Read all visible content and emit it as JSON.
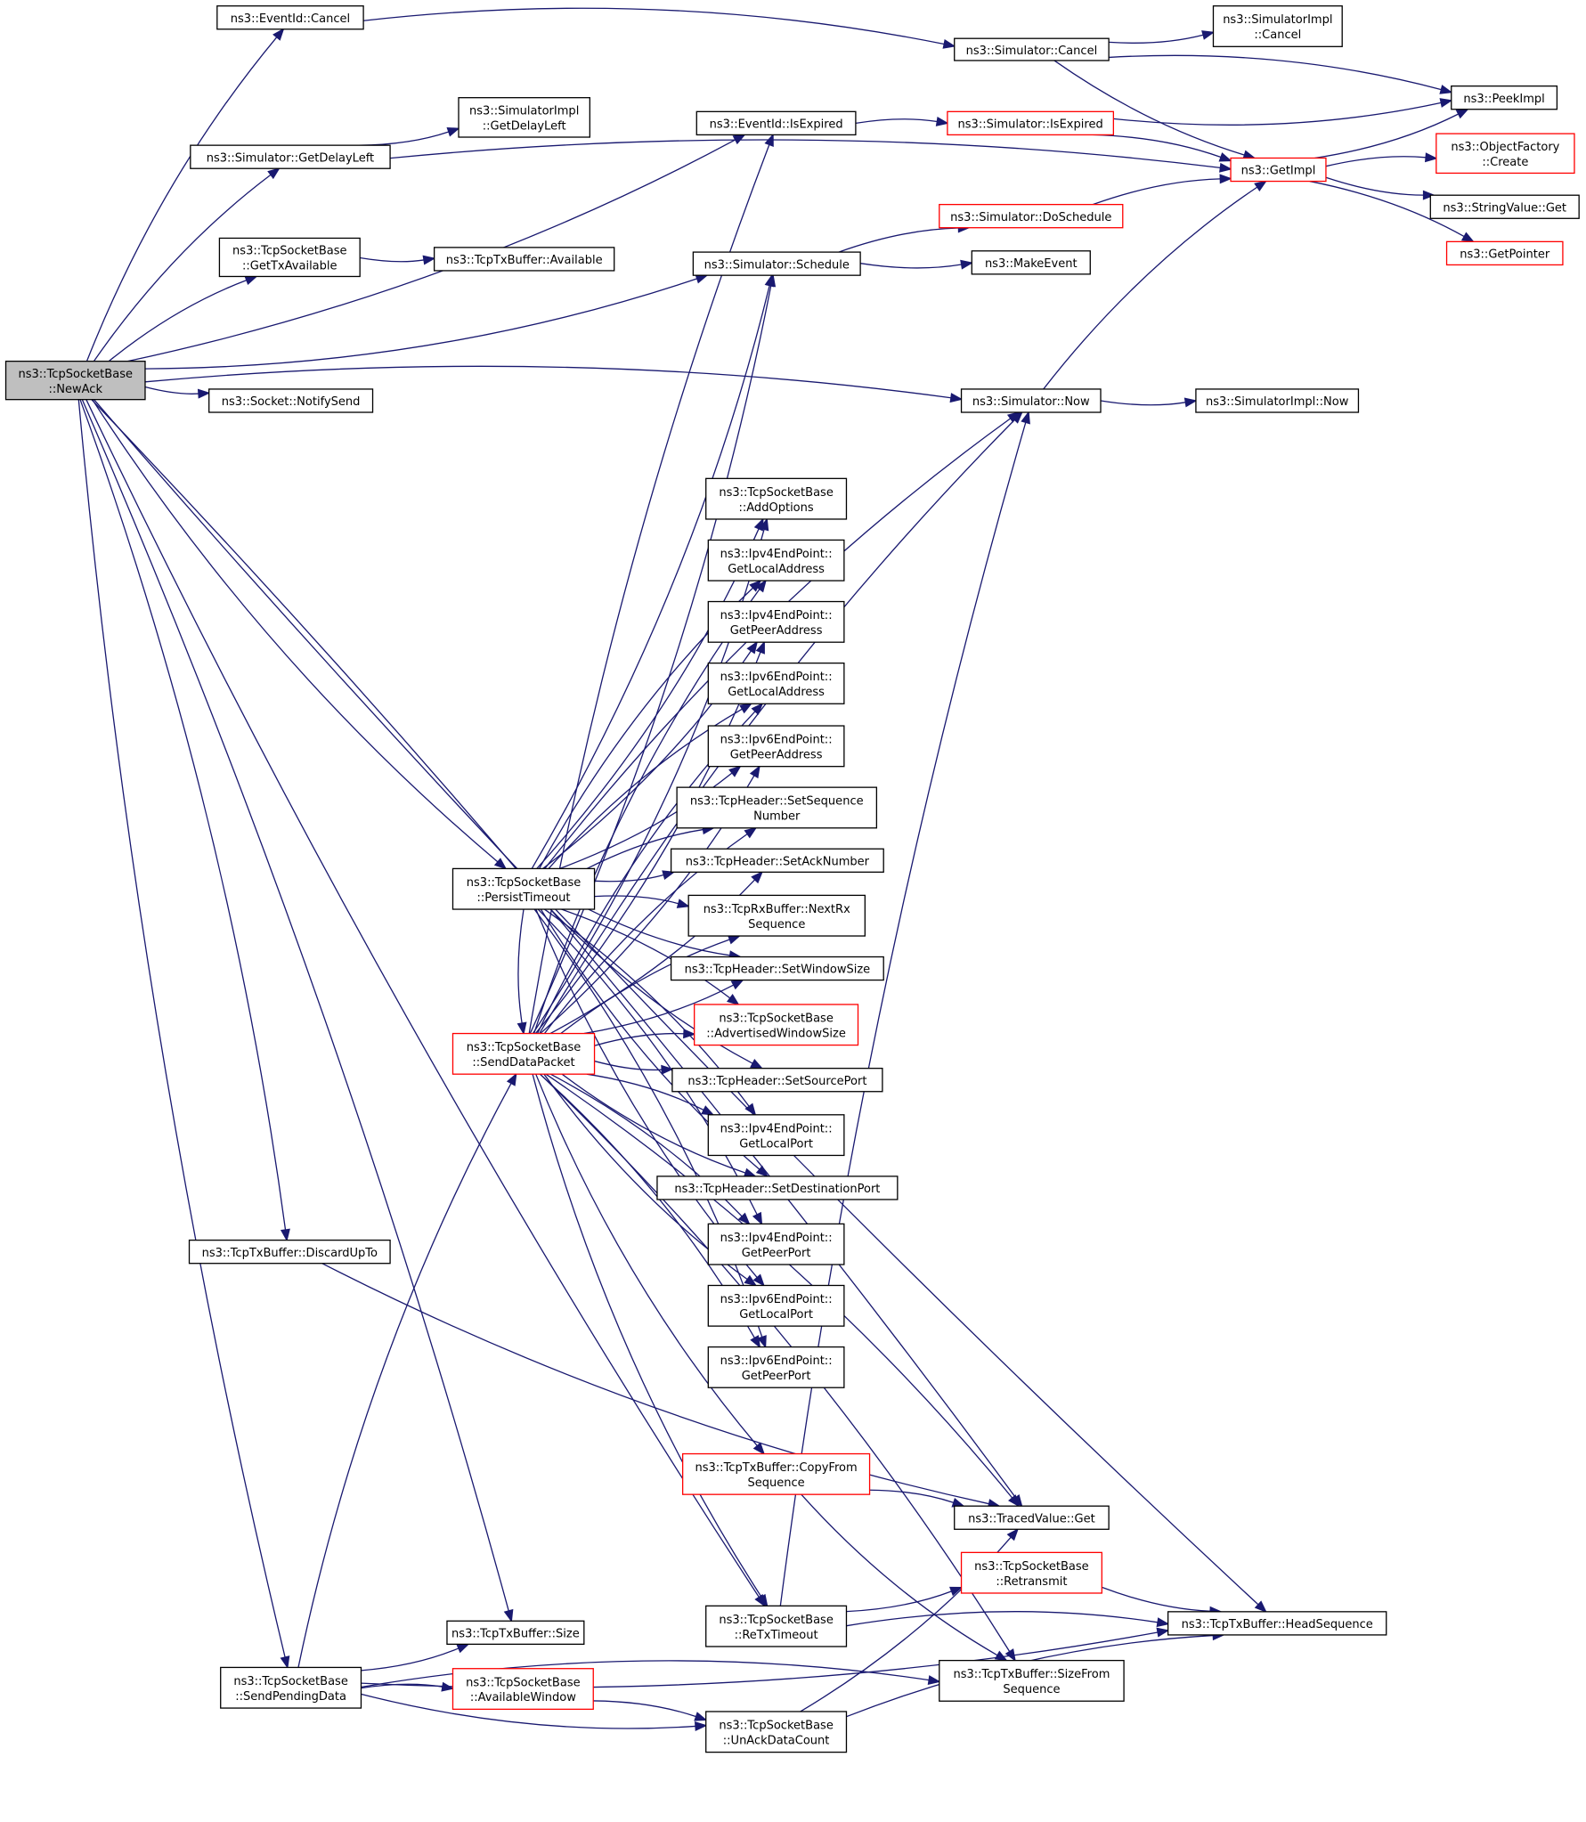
{
  "diagram": {
    "type": "call-graph",
    "edge_color": "#191970",
    "node_border_default": "#000000",
    "node_border_incomplete": "#ff0000",
    "root_fill": "#bfbfbf",
    "nodes": [
      {
        "id": "newack",
        "lines": [
          "ns3::TcpSocketBase",
          "::NewAck"
        ],
        "style": "root"
      },
      {
        "id": "eventid_cancel",
        "lines": [
          "ns3::EventId::Cancel"
        ],
        "style": "normal"
      },
      {
        "id": "sim_cancel",
        "lines": [
          "ns3::Simulator::Cancel"
        ],
        "style": "normal"
      },
      {
        "id": "simimpl_cancel",
        "lines": [
          "ns3::SimulatorImpl",
          "::Cancel"
        ],
        "style": "normal"
      },
      {
        "id": "peekimpl",
        "lines": [
          "ns3::PeekImpl"
        ],
        "style": "normal"
      },
      {
        "id": "simimpl_getdelayleft",
        "lines": [
          "ns3::SimulatorImpl",
          "::GetDelayLeft"
        ],
        "style": "normal"
      },
      {
        "id": "eventid_isexpired",
        "lines": [
          "ns3::EventId::IsExpired"
        ],
        "style": "normal"
      },
      {
        "id": "sim_isexpired",
        "lines": [
          "ns3::Simulator::IsExpired"
        ],
        "style": "red"
      },
      {
        "id": "objectfactory_create",
        "lines": [
          "ns3::ObjectFactory",
          "::Create"
        ],
        "style": "red"
      },
      {
        "id": "sim_getdelayleft",
        "lines": [
          "ns3::Simulator::GetDelayLeft"
        ],
        "style": "normal"
      },
      {
        "id": "getimpl",
        "lines": [
          "ns3::GetImpl"
        ],
        "style": "red"
      },
      {
        "id": "stringvalue_get",
        "lines": [
          "ns3::StringValue::Get"
        ],
        "style": "normal"
      },
      {
        "id": "sim_doschedule",
        "lines": [
          "ns3::Simulator::DoSchedule"
        ],
        "style": "red"
      },
      {
        "id": "gettxavailable",
        "lines": [
          "ns3::TcpSocketBase",
          "::GetTxAvailable"
        ],
        "style": "normal"
      },
      {
        "id": "txbuf_available",
        "lines": [
          "ns3::TcpTxBuffer::Available"
        ],
        "style": "normal"
      },
      {
        "id": "sim_schedule",
        "lines": [
          "ns3::Simulator::Schedule"
        ],
        "style": "normal"
      },
      {
        "id": "makeevent",
        "lines": [
          "ns3::MakeEvent"
        ],
        "style": "normal"
      },
      {
        "id": "getpointer",
        "lines": [
          "ns3::GetPointer"
        ],
        "style": "red"
      },
      {
        "id": "notifysend",
        "lines": [
          "ns3::Socket::NotifySend"
        ],
        "style": "normal"
      },
      {
        "id": "sim_now",
        "lines": [
          "ns3::Simulator::Now"
        ],
        "style": "normal"
      },
      {
        "id": "simimpl_now",
        "lines": [
          "ns3::SimulatorImpl::Now"
        ],
        "style": "normal"
      },
      {
        "id": "addoptions",
        "lines": [
          "ns3::TcpSocketBase",
          "::AddOptions"
        ],
        "style": "normal"
      },
      {
        "id": "ipv4_getlocaladdress",
        "lines": [
          "ns3::Ipv4EndPoint::",
          "GetLocalAddress"
        ],
        "style": "normal"
      },
      {
        "id": "ipv4_getpeeraddress",
        "lines": [
          "ns3::Ipv4EndPoint::",
          "GetPeerAddress"
        ],
        "style": "normal"
      },
      {
        "id": "ipv6_getlocaladdress",
        "lines": [
          "ns3::Ipv6EndPoint::",
          "GetLocalAddress"
        ],
        "style": "normal"
      },
      {
        "id": "ipv6_getpeeraddress",
        "lines": [
          "ns3::Ipv6EndPoint::",
          "GetPeerAddress"
        ],
        "style": "normal"
      },
      {
        "id": "setsequencenumber",
        "lines": [
          "ns3::TcpHeader::SetSequence",
          "Number"
        ],
        "style": "normal"
      },
      {
        "id": "persisttimeout",
        "lines": [
          "ns3::TcpSocketBase",
          "::PersistTimeout"
        ],
        "style": "normal"
      },
      {
        "id": "setacknumber",
        "lines": [
          "ns3::TcpHeader::SetAckNumber"
        ],
        "style": "normal"
      },
      {
        "id": "nextrxsequence",
        "lines": [
          "ns3::TcpRxBuffer::NextRx",
          "Sequence"
        ],
        "style": "normal"
      },
      {
        "id": "setwindowsize",
        "lines": [
          "ns3::TcpHeader::SetWindowSize"
        ],
        "style": "normal"
      },
      {
        "id": "advertisedwindowsize",
        "lines": [
          "ns3::TcpSocketBase",
          "::AdvertisedWindowSize"
        ],
        "style": "red"
      },
      {
        "id": "senddatapacket",
        "lines": [
          "ns3::TcpSocketBase",
          "::SendDataPacket"
        ],
        "style": "red"
      },
      {
        "id": "setsourceport",
        "lines": [
          "ns3::TcpHeader::SetSourcePort"
        ],
        "style": "normal"
      },
      {
        "id": "ipv4_getlocalport",
        "lines": [
          "ns3::Ipv4EndPoint::",
          "GetLocalPort"
        ],
        "style": "normal"
      },
      {
        "id": "setdestinationport",
        "lines": [
          "ns3::TcpHeader::SetDestinationPort"
        ],
        "style": "normal"
      },
      {
        "id": "discardupto",
        "lines": [
          "ns3::TcpTxBuffer::DiscardUpTo"
        ],
        "style": "normal"
      },
      {
        "id": "ipv4_getpeerport",
        "lines": [
          "ns3::Ipv4EndPoint::",
          "GetPeerPort"
        ],
        "style": "normal"
      },
      {
        "id": "ipv6_getlocalport",
        "lines": [
          "ns3::Ipv6EndPoint::",
          "GetLocalPort"
        ],
        "style": "normal"
      },
      {
        "id": "ipv6_getpeerport",
        "lines": [
          "ns3::Ipv6EndPoint::",
          "GetPeerPort"
        ],
        "style": "normal"
      },
      {
        "id": "copyfromsequence",
        "lines": [
          "ns3::TcpTxBuffer::CopyFrom",
          "Sequence"
        ],
        "style": "red"
      },
      {
        "id": "tracedvalue_get",
        "lines": [
          "ns3::TracedValue::Get"
        ],
        "style": "normal"
      },
      {
        "id": "retransmit",
        "lines": [
          "ns3::TcpSocketBase",
          "::Retransmit"
        ],
        "style": "red"
      },
      {
        "id": "txbuf_size",
        "lines": [
          "ns3::TcpTxBuffer::Size"
        ],
        "style": "normal"
      },
      {
        "id": "retxtimeout",
        "lines": [
          "ns3::TcpSocketBase",
          "::ReTxTimeout"
        ],
        "style": "normal"
      },
      {
        "id": "headsequence",
        "lines": [
          "ns3::TcpTxBuffer::HeadSequence"
        ],
        "style": "normal"
      },
      {
        "id": "sendpendingdata",
        "lines": [
          "ns3::TcpSocketBase",
          "::SendPendingData"
        ],
        "style": "normal"
      },
      {
        "id": "availablewindow",
        "lines": [
          "ns3::TcpSocketBase",
          "::AvailableWindow"
        ],
        "style": "red"
      },
      {
        "id": "sizefromsequence",
        "lines": [
          "ns3::TcpTxBuffer::SizeFrom",
          "Sequence"
        ],
        "style": "normal"
      },
      {
        "id": "unackdatacount",
        "lines": [
          "ns3::TcpSocketBase",
          "::UnAckDataCount"
        ],
        "style": "normal"
      }
    ],
    "edges": [
      [
        "newack",
        "eventid_cancel"
      ],
      [
        "newack",
        "eventid_isexpired"
      ],
      [
        "newack",
        "sim_getdelayleft"
      ],
      [
        "newack",
        "sim_schedule"
      ],
      [
        "newack",
        "gettxavailable"
      ],
      [
        "newack",
        "headsequence"
      ],
      [
        "newack",
        "sim_now"
      ],
      [
        "newack",
        "notifysend"
      ],
      [
        "newack",
        "tracedvalue_get"
      ],
      [
        "newack",
        "persisttimeout"
      ],
      [
        "newack",
        "discardupto"
      ],
      [
        "newack",
        "retxtimeout"
      ],
      [
        "newack",
        "txbuf_size"
      ],
      [
        "newack",
        "sendpendingdata"
      ],
      [
        "eventid_cancel",
        "sim_cancel"
      ],
      [
        "sim_cancel",
        "simimpl_cancel"
      ],
      [
        "sim_cancel",
        "peekimpl"
      ],
      [
        "sim_cancel",
        "getimpl"
      ],
      [
        "eventid_isexpired",
        "sim_isexpired"
      ],
      [
        "sim_isexpired",
        "peekimpl"
      ],
      [
        "sim_isexpired",
        "getimpl"
      ],
      [
        "sim_getdelayleft",
        "simimpl_getdelayleft"
      ],
      [
        "sim_getdelayleft",
        "getimpl"
      ],
      [
        "getimpl",
        "peekimpl"
      ],
      [
        "getimpl",
        "objectfactory_create"
      ],
      [
        "getimpl",
        "stringvalue_get"
      ],
      [
        "getimpl",
        "getpointer"
      ],
      [
        "gettxavailable",
        "txbuf_available"
      ],
      [
        "sim_schedule",
        "sim_doschedule"
      ],
      [
        "sim_schedule",
        "makeevent"
      ],
      [
        "sim_doschedule",
        "getimpl"
      ],
      [
        "sim_now",
        "simimpl_now"
      ],
      [
        "sim_now",
        "getimpl"
      ],
      [
        "persisttimeout",
        "sim_schedule"
      ],
      [
        "persisttimeout",
        "sim_now"
      ],
      [
        "persisttimeout",
        "addoptions"
      ],
      [
        "persisttimeout",
        "ipv4_getlocaladdress"
      ],
      [
        "persisttimeout",
        "ipv4_getpeeraddress"
      ],
      [
        "persisttimeout",
        "ipv6_getlocaladdress"
      ],
      [
        "persisttimeout",
        "ipv6_getpeeraddress"
      ],
      [
        "persisttimeout",
        "setsequencenumber"
      ],
      [
        "persisttimeout",
        "setacknumber"
      ],
      [
        "persisttimeout",
        "nextrxsequence"
      ],
      [
        "persisttimeout",
        "setwindowsize"
      ],
      [
        "persisttimeout",
        "advertisedwindowsize"
      ],
      [
        "persisttimeout",
        "setsourceport"
      ],
      [
        "persisttimeout",
        "ipv4_getlocalport"
      ],
      [
        "persisttimeout",
        "setdestinationport"
      ],
      [
        "persisttimeout",
        "ipv4_getpeerport"
      ],
      [
        "persisttimeout",
        "ipv6_getlocalport"
      ],
      [
        "persisttimeout",
        "ipv6_getpeerport"
      ],
      [
        "persisttimeout",
        "senddatapacket"
      ],
      [
        "senddatapacket",
        "eventid_isexpired"
      ],
      [
        "senddatapacket",
        "sim_schedule"
      ],
      [
        "senddatapacket",
        "sim_now"
      ],
      [
        "senddatapacket",
        "addoptions"
      ],
      [
        "senddatapacket",
        "ipv4_getlocaladdress"
      ],
      [
        "senddatapacket",
        "ipv4_getpeeraddress"
      ],
      [
        "senddatapacket",
        "ipv6_getlocaladdress"
      ],
      [
        "senddatapacket",
        "ipv6_getpeeraddress"
      ],
      [
        "senddatapacket",
        "setsequencenumber"
      ],
      [
        "senddatapacket",
        "setacknumber"
      ],
      [
        "senddatapacket",
        "nextrxsequence"
      ],
      [
        "senddatapacket",
        "setwindowsize"
      ],
      [
        "senddatapacket",
        "advertisedwindowsize"
      ],
      [
        "senddatapacket",
        "setsourceport"
      ],
      [
        "senddatapacket",
        "ipv4_getlocalport"
      ],
      [
        "senddatapacket",
        "setdestinationport"
      ],
      [
        "senddatapacket",
        "ipv4_getpeerport"
      ],
      [
        "senddatapacket",
        "ipv6_getlocalport"
      ],
      [
        "senddatapacket",
        "ipv6_getpeerport"
      ],
      [
        "senddatapacket",
        "copyfromsequence"
      ],
      [
        "senddatapacket",
        "tracedvalue_get"
      ],
      [
        "senddatapacket",
        "retxtimeout"
      ],
      [
        "senddatapacket",
        "sizefromsequence"
      ],
      [
        "discardupto",
        "tracedvalue_get"
      ],
      [
        "copyfromsequence",
        "tracedvalue_get"
      ],
      [
        "copyfromsequence",
        "sizefromsequence"
      ],
      [
        "retxtimeout",
        "sim_now"
      ],
      [
        "retxtimeout",
        "retransmit"
      ],
      [
        "retxtimeout",
        "headsequence"
      ],
      [
        "retransmit",
        "headsequence"
      ],
      [
        "sendpendingdata",
        "senddatapacket"
      ],
      [
        "sendpendingdata",
        "txbuf_size"
      ],
      [
        "sendpendingdata",
        "availablewindow"
      ],
      [
        "sendpendingdata",
        "unackdatacount"
      ],
      [
        "sendpendingdata",
        "sizefromsequence"
      ],
      [
        "sendpendingdata",
        "headsequence"
      ],
      [
        "availablewindow",
        "unackdatacount"
      ],
      [
        "unackdatacount",
        "tracedvalue_get"
      ],
      [
        "unackdatacount",
        "headsequence"
      ]
    ]
  }
}
